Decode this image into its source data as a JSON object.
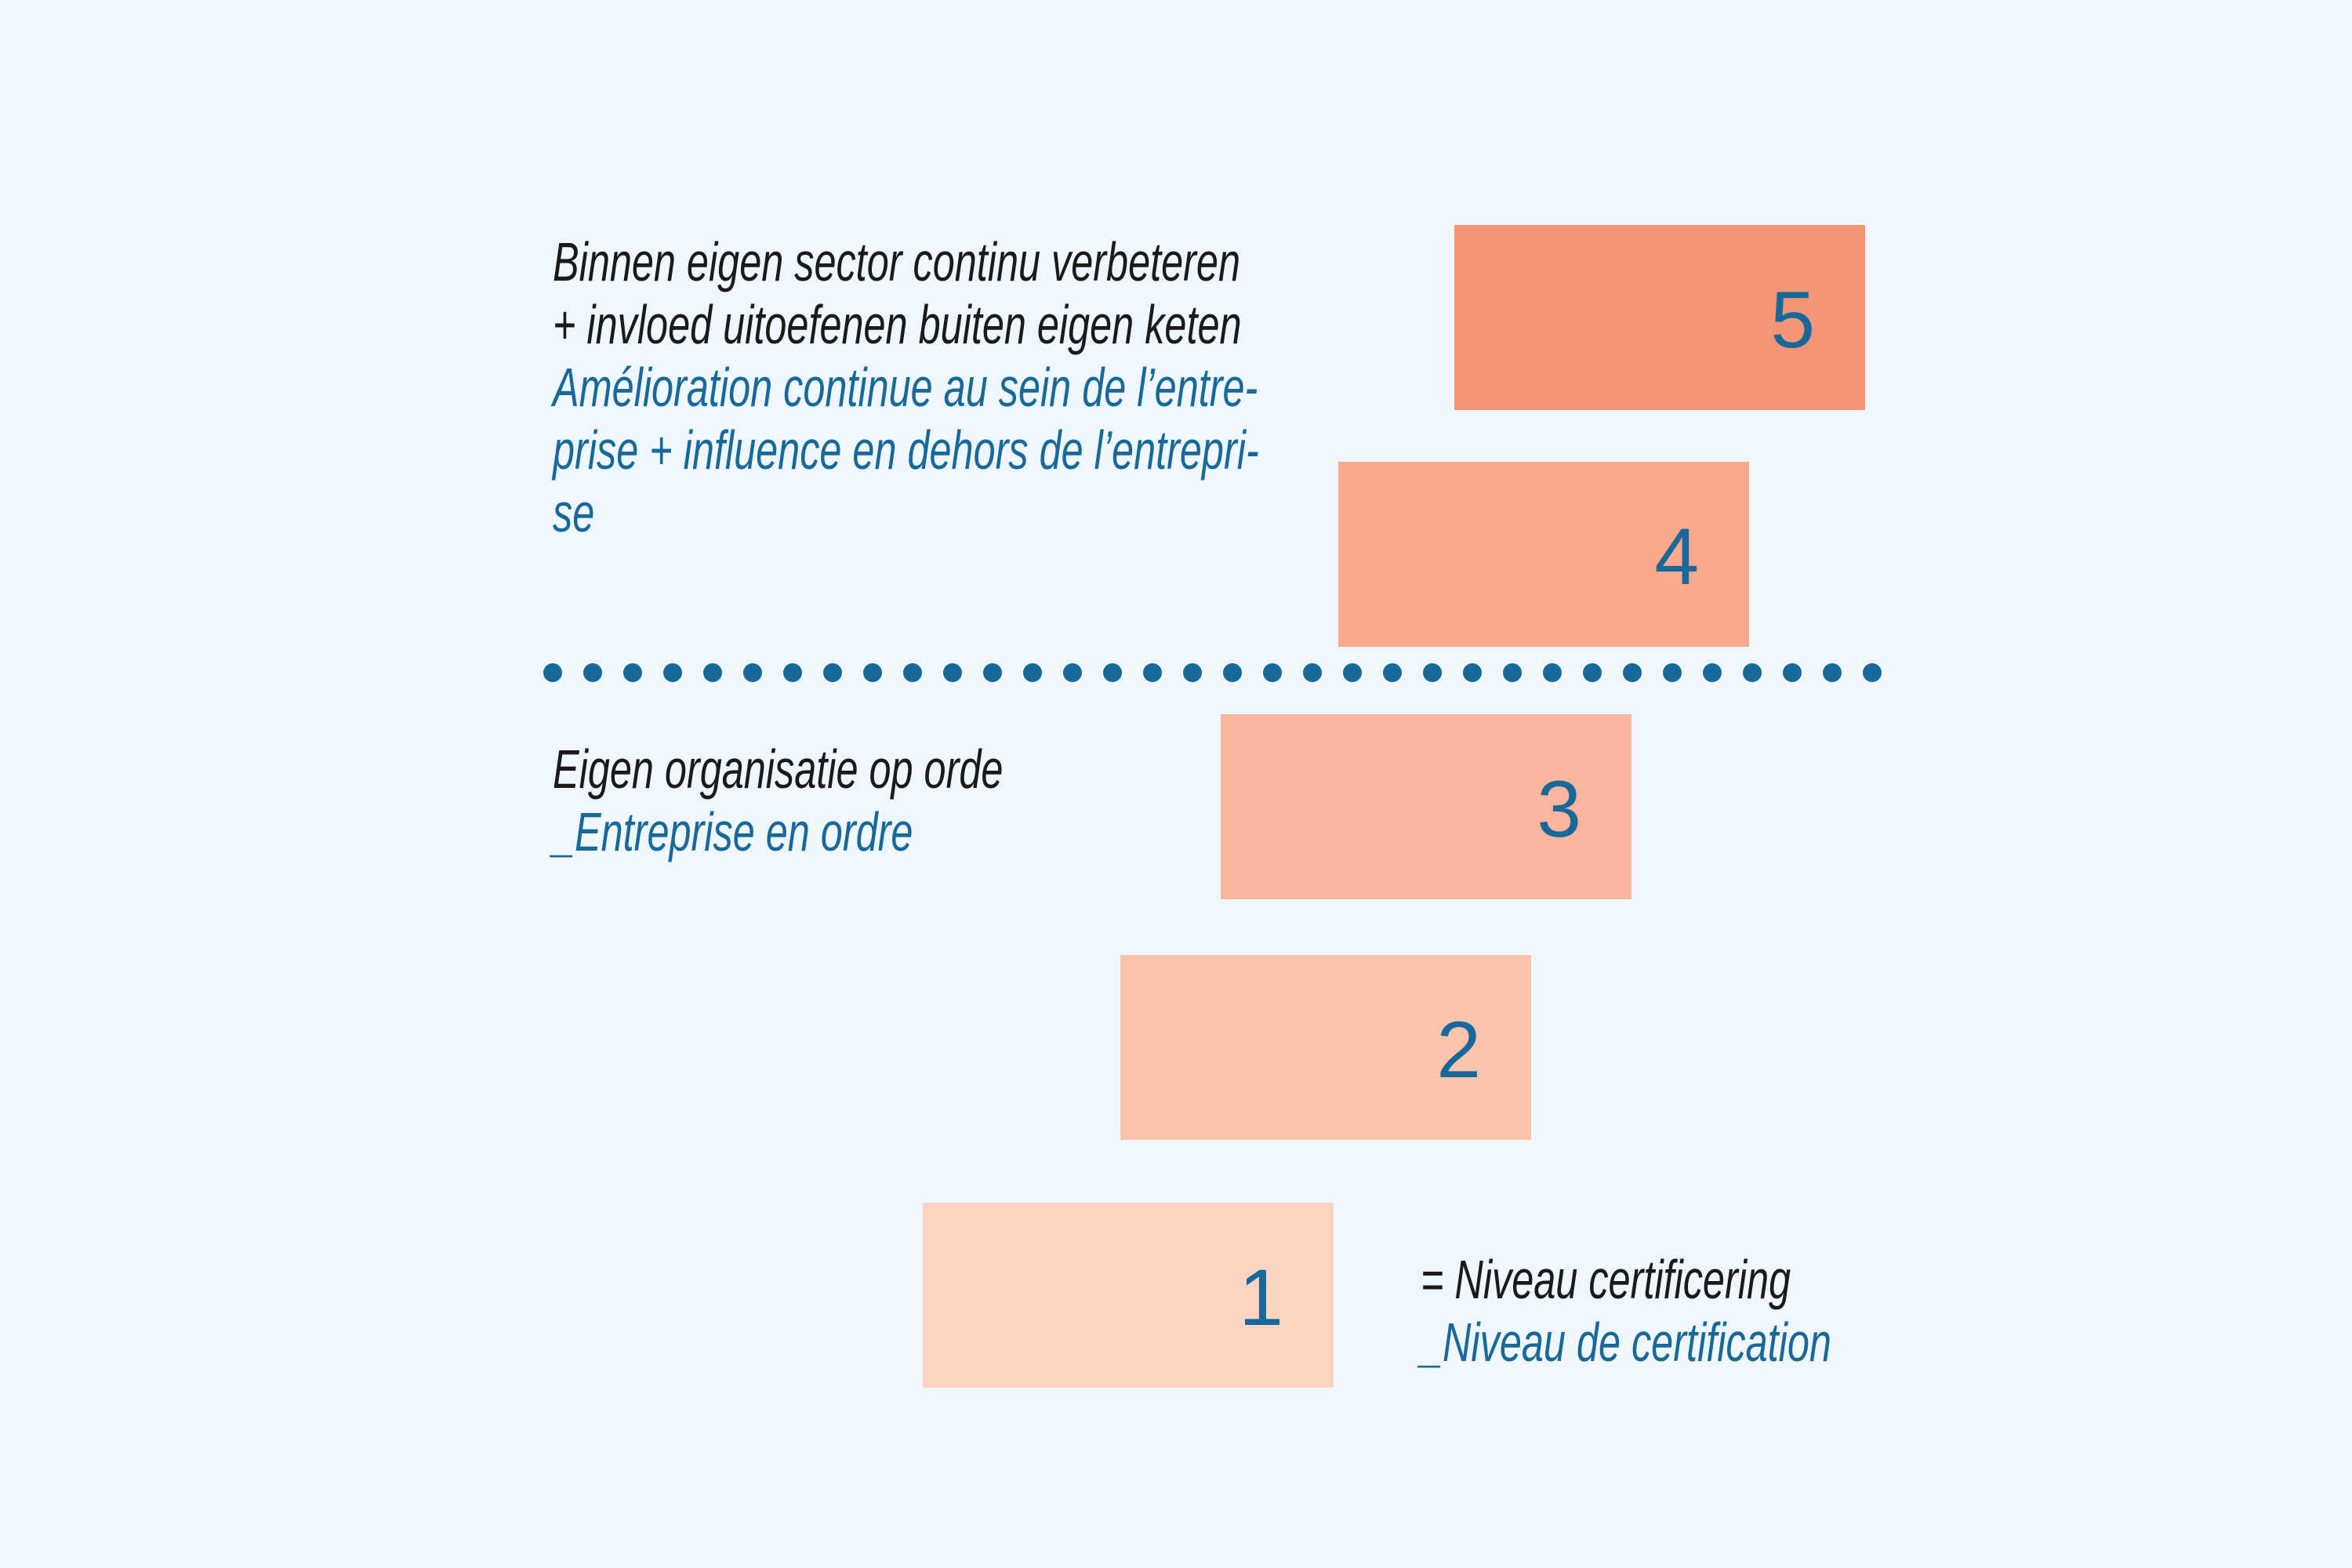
{
  "colors": {
    "background": "#EFF6FD",
    "text_black": "#1A1A1A",
    "teal": "#17699B"
  },
  "annotations": {
    "top": {
      "nl": [
        "Binnen eigen sector continu verbeteren",
        "+ invloed uitoefenen buiten eigen keten"
      ],
      "fr": [
        "Amélioration continue au sein de l’entre-",
        "prise + influence en dehors de l’entrepri-",
        "se"
      ]
    },
    "middle": {
      "nl": "Eigen organisatie op orde",
      "fr": "_Entreprise en ordre"
    },
    "legend": {
      "nl": "= Niveau certificering",
      "fr": "_Niveau de certification"
    }
  },
  "levels": [
    {
      "value": "5",
      "color": "#F49577"
    },
    {
      "value": "4",
      "color": "#F9A98D"
    },
    {
      "value": "3",
      "color": "#FAB69D"
    },
    {
      "value": "2",
      "color": "#FAC4AC"
    },
    {
      "value": "1",
      "color": "#FCD4C2"
    }
  ],
  "divider": {
    "dot_count": 34,
    "color": "#17699B"
  }
}
